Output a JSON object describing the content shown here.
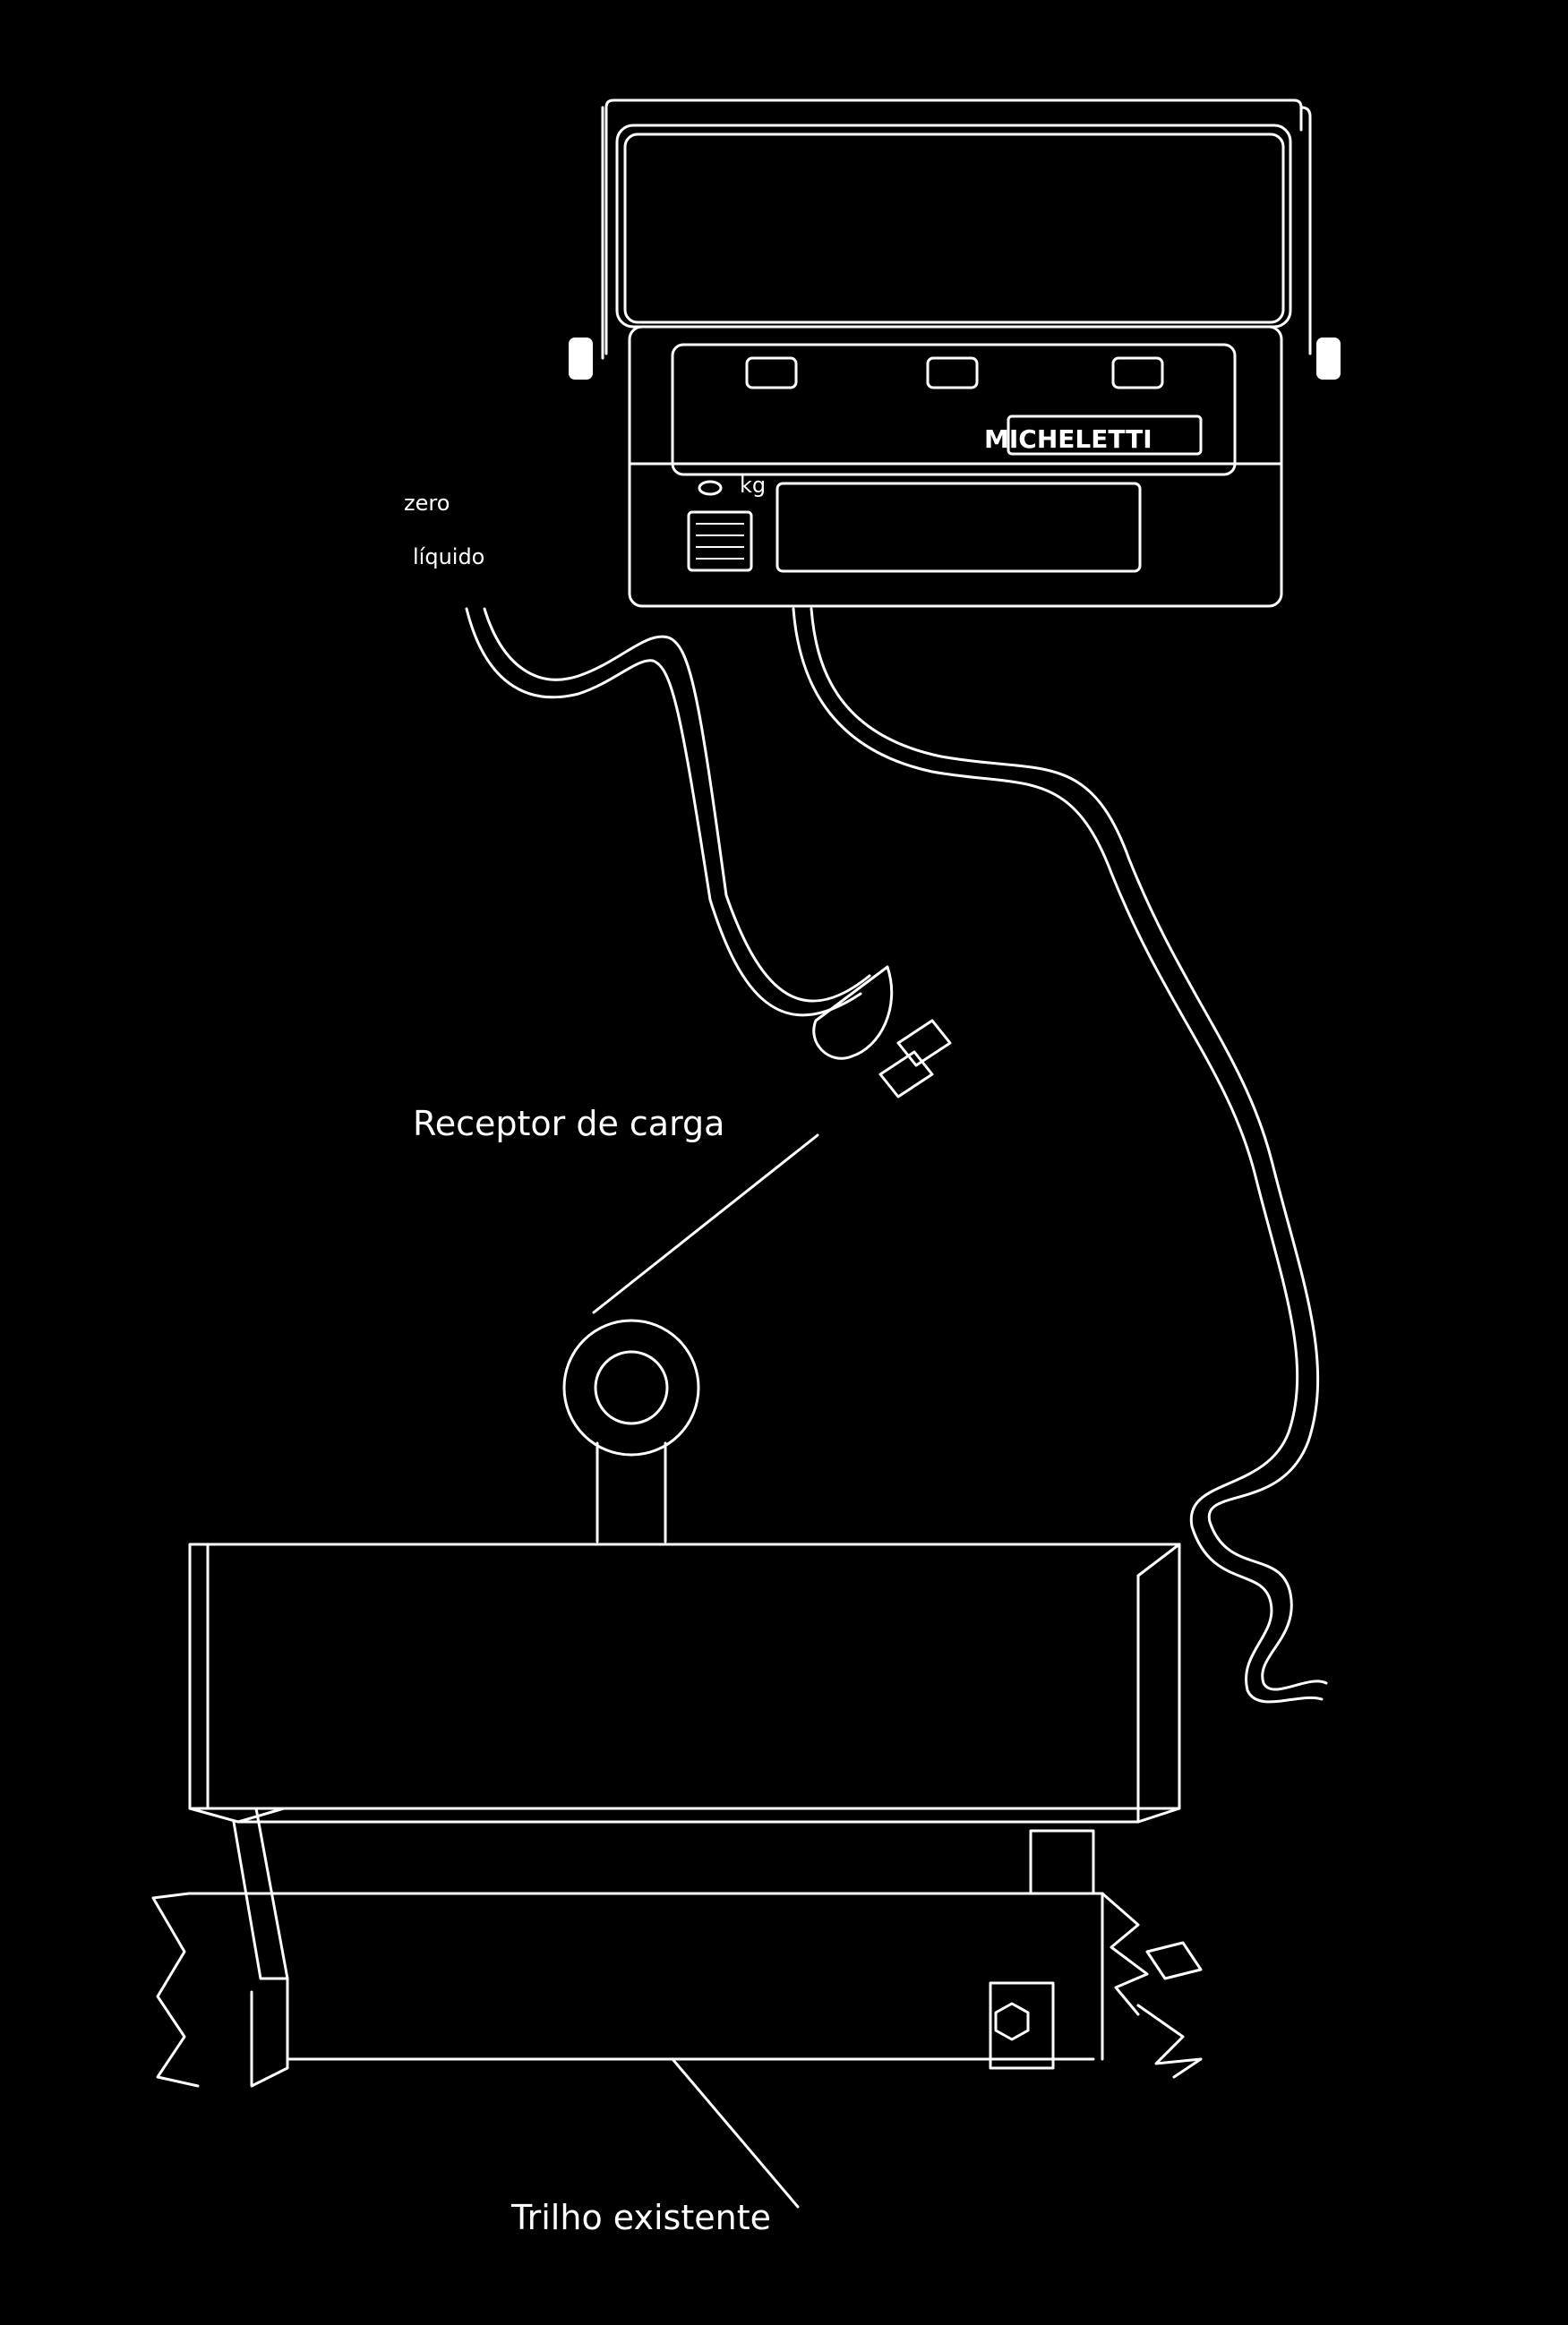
{
  "labels": {
    "load_receptor": "Receptor de carga",
    "existing_rail": "Trilho existente"
  },
  "indicator": {
    "brand": "MICHELETTI",
    "zero_label": "zero",
    "liquid_label": "líquido",
    "unit": "kg"
  },
  "colors": {
    "background": "#000000",
    "line": "#ffffff"
  }
}
